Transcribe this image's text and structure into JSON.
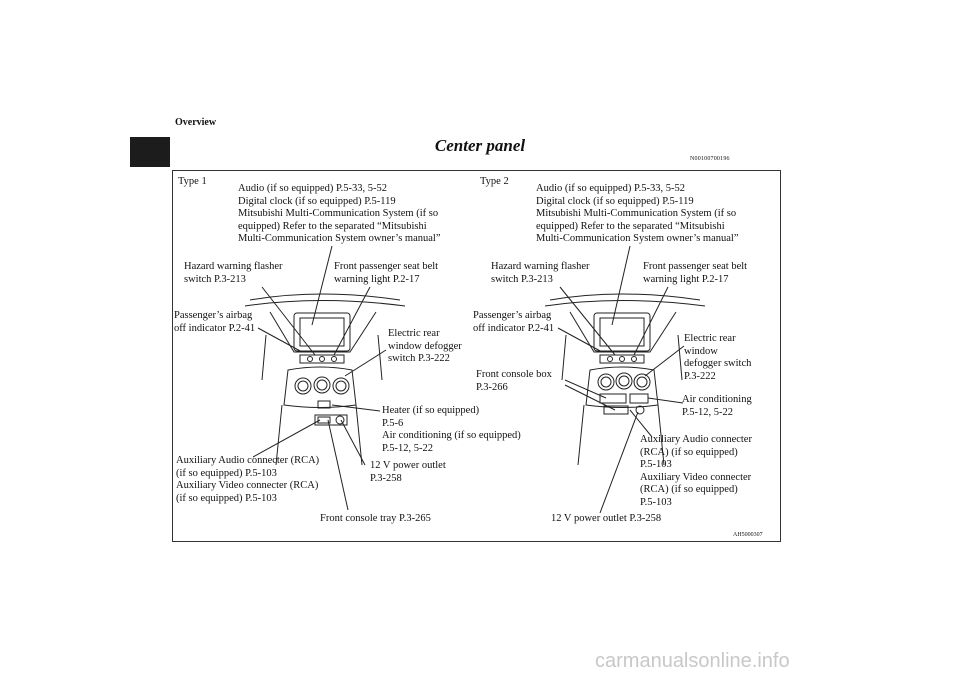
{
  "header": {
    "section": "Overview",
    "title": "Center panel",
    "doc_code": "N00100700196"
  },
  "type1": {
    "heading": "Type 1",
    "audio": "Audio (if so equipped) P.5-33, 5-52\nDigital clock (if so equipped) P.5-119\nMitsubishi Multi-Communication System (if so\nequipped) Refer to the separated “Mitsubishi\nMulti-Communication System owner’s manual”",
    "hazard": "Hazard warning flasher\nswitch P.3-213",
    "seatbelt": "Front passenger seat belt\nwarning light P.2-17",
    "airbag": "Passenger’s airbag\noff indicator P.2-41",
    "defogger": "Electric rear\nwindow defogger\nswitch P.3-222",
    "heater": "Heater (if so equipped)\nP.5-6\nAir conditioning (if so equipped)\nP.5-12, 5-22",
    "aux": "Auxiliary Audio connecter (RCA)\n(if so equipped) P.5-103\nAuxiliary Video connecter (RCA)\n(if so equipped) P.5-103",
    "power": "12 V power outlet\nP.3-258",
    "tray": "Front console tray P.3-265"
  },
  "type2": {
    "heading": "Type 2",
    "audio": "Audio (if so equipped) P.5-33, 5-52\nDigital clock (if so equipped) P.5-119\nMitsubishi Multi-Communication System (if so\nequipped) Refer to the separated “Mitsubishi\nMulti-Communication System owner’s manual”",
    "hazard": "Hazard warning flasher\nswitch P.3-213",
    "seatbelt": "Front passenger seat belt\nwarning light P.2-17",
    "airbag": "Passenger’s airbag\noff indicator P.2-41",
    "defogger": "Electric rear\nwindow\ndefogger switch\nP.3-222",
    "console": "Front console box\nP.3-266",
    "aircon": "Air conditioning\nP.5-12, 5-22",
    "aux": "Auxiliary Audio connecter\n(RCA) (if so equipped)\nP.5-103\nAuxiliary Video connecter\n(RCA) (if so equipped)\nP.5-103",
    "power": "12 V power outlet P.3-258"
  },
  "figure_id": "AH5000307",
  "watermark": "carmanualsonline.info"
}
